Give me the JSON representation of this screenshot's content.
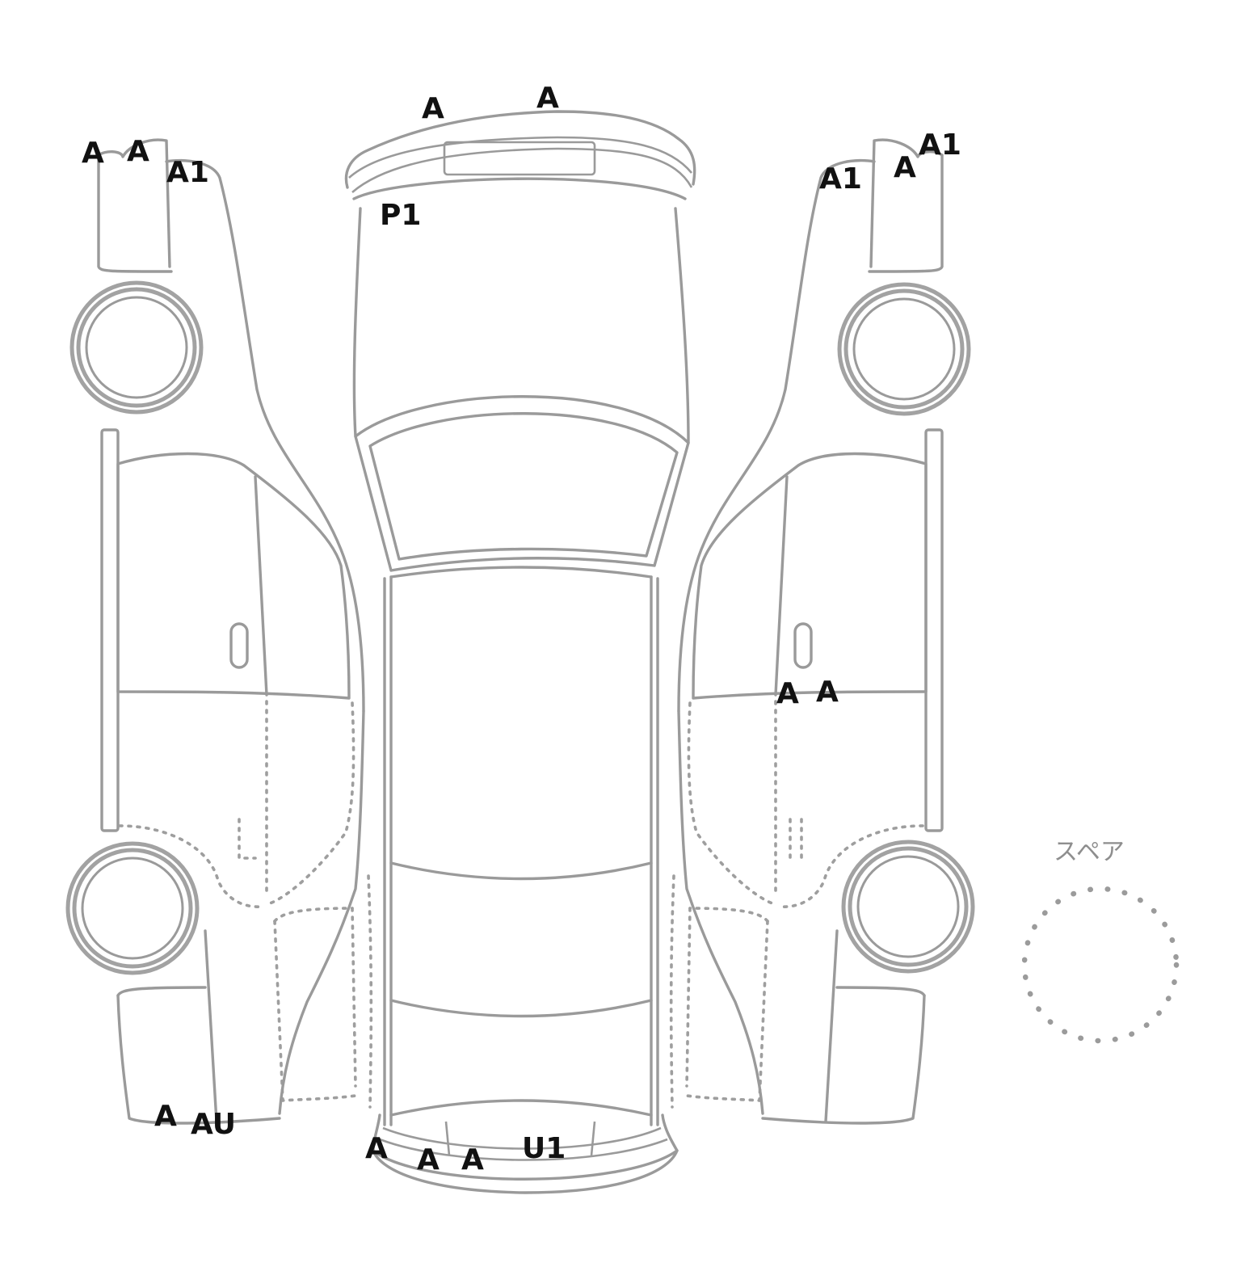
{
  "spare_label": "スペア",
  "marks": {
    "front_bumper_1": "A",
    "front_bumper_2": "A",
    "bonnet": "P1",
    "left_front_1": "A",
    "left_front_2": "A",
    "left_front_3": "A1",
    "right_front_1": "A1",
    "right_front_2": "A",
    "right_front_3": "A1",
    "right_door_1": "A",
    "right_door_2": "A",
    "left_rear_1": "A",
    "left_rear_2": "AU",
    "rear_bumper_1": "A",
    "rear_bumper_2": "A",
    "rear_bumper_3": "A",
    "rear_bumper_4": "U1"
  }
}
